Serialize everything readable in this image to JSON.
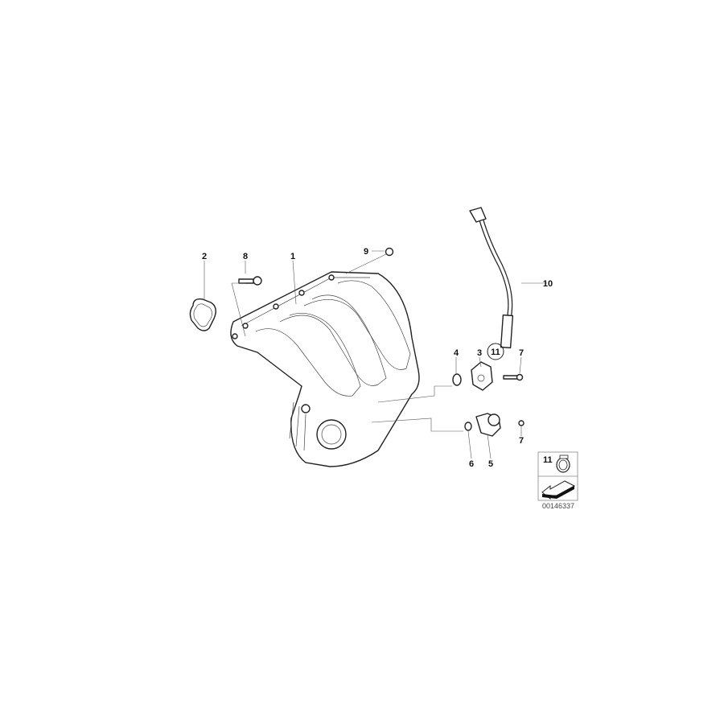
{
  "diagram": {
    "callouts": {
      "manifold": "1",
      "gasket": "2",
      "connector": "3",
      "o_ring_upper": "4",
      "valve": "5",
      "o_ring_lower": "6",
      "screw_upper": "7",
      "screw_lower": "7",
      "bolt": "8",
      "nut": "9",
      "hose": "10",
      "clamp_ref": "11"
    },
    "legend": {
      "item_number": "11",
      "legend_icons": [
        "hose-clamp-icon",
        "arrow-icon"
      ]
    },
    "part_number": "00146337"
  }
}
